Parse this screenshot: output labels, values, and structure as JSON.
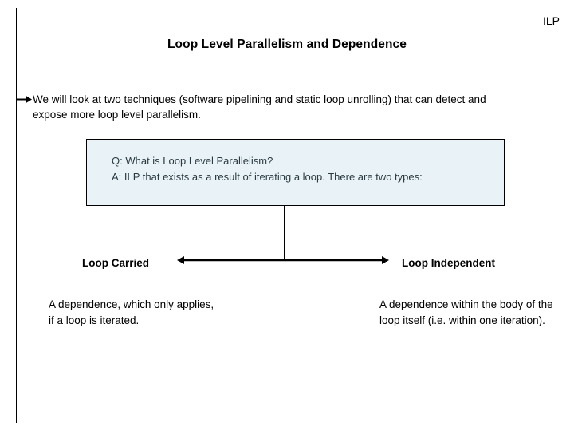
{
  "slide": {
    "header_label": "ILP",
    "title": "Loop Level Parallelism and Dependence",
    "bullet_text": "We will look at two techniques (software pipelining and static loop unrolling) that can detect and expose more loop level parallelism.",
    "qa_box": {
      "question": "Q: What is Loop Level Parallelism?",
      "answer": "A: ILP that exists as a result of iterating a loop. There are two types:",
      "fill_color": "#e9f3f7",
      "border_color": "#000000"
    },
    "branches": [
      {
        "label": "Loop Carried",
        "description": "A dependence, which only applies, if a loop is iterated."
      },
      {
        "label": "Loop Independent",
        "description": "A dependence within the body of the loop itself (i.e. within one iteration)."
      }
    ],
    "icons": {
      "bullet_arrow": "arrow-right-icon",
      "split_arrow": "double-headed-arrow-icon",
      "left_rule": "vertical-rule"
    },
    "colors": {
      "background": "#ffffff",
      "ink": "#000000",
      "callout_text": "#2b3b42"
    }
  }
}
